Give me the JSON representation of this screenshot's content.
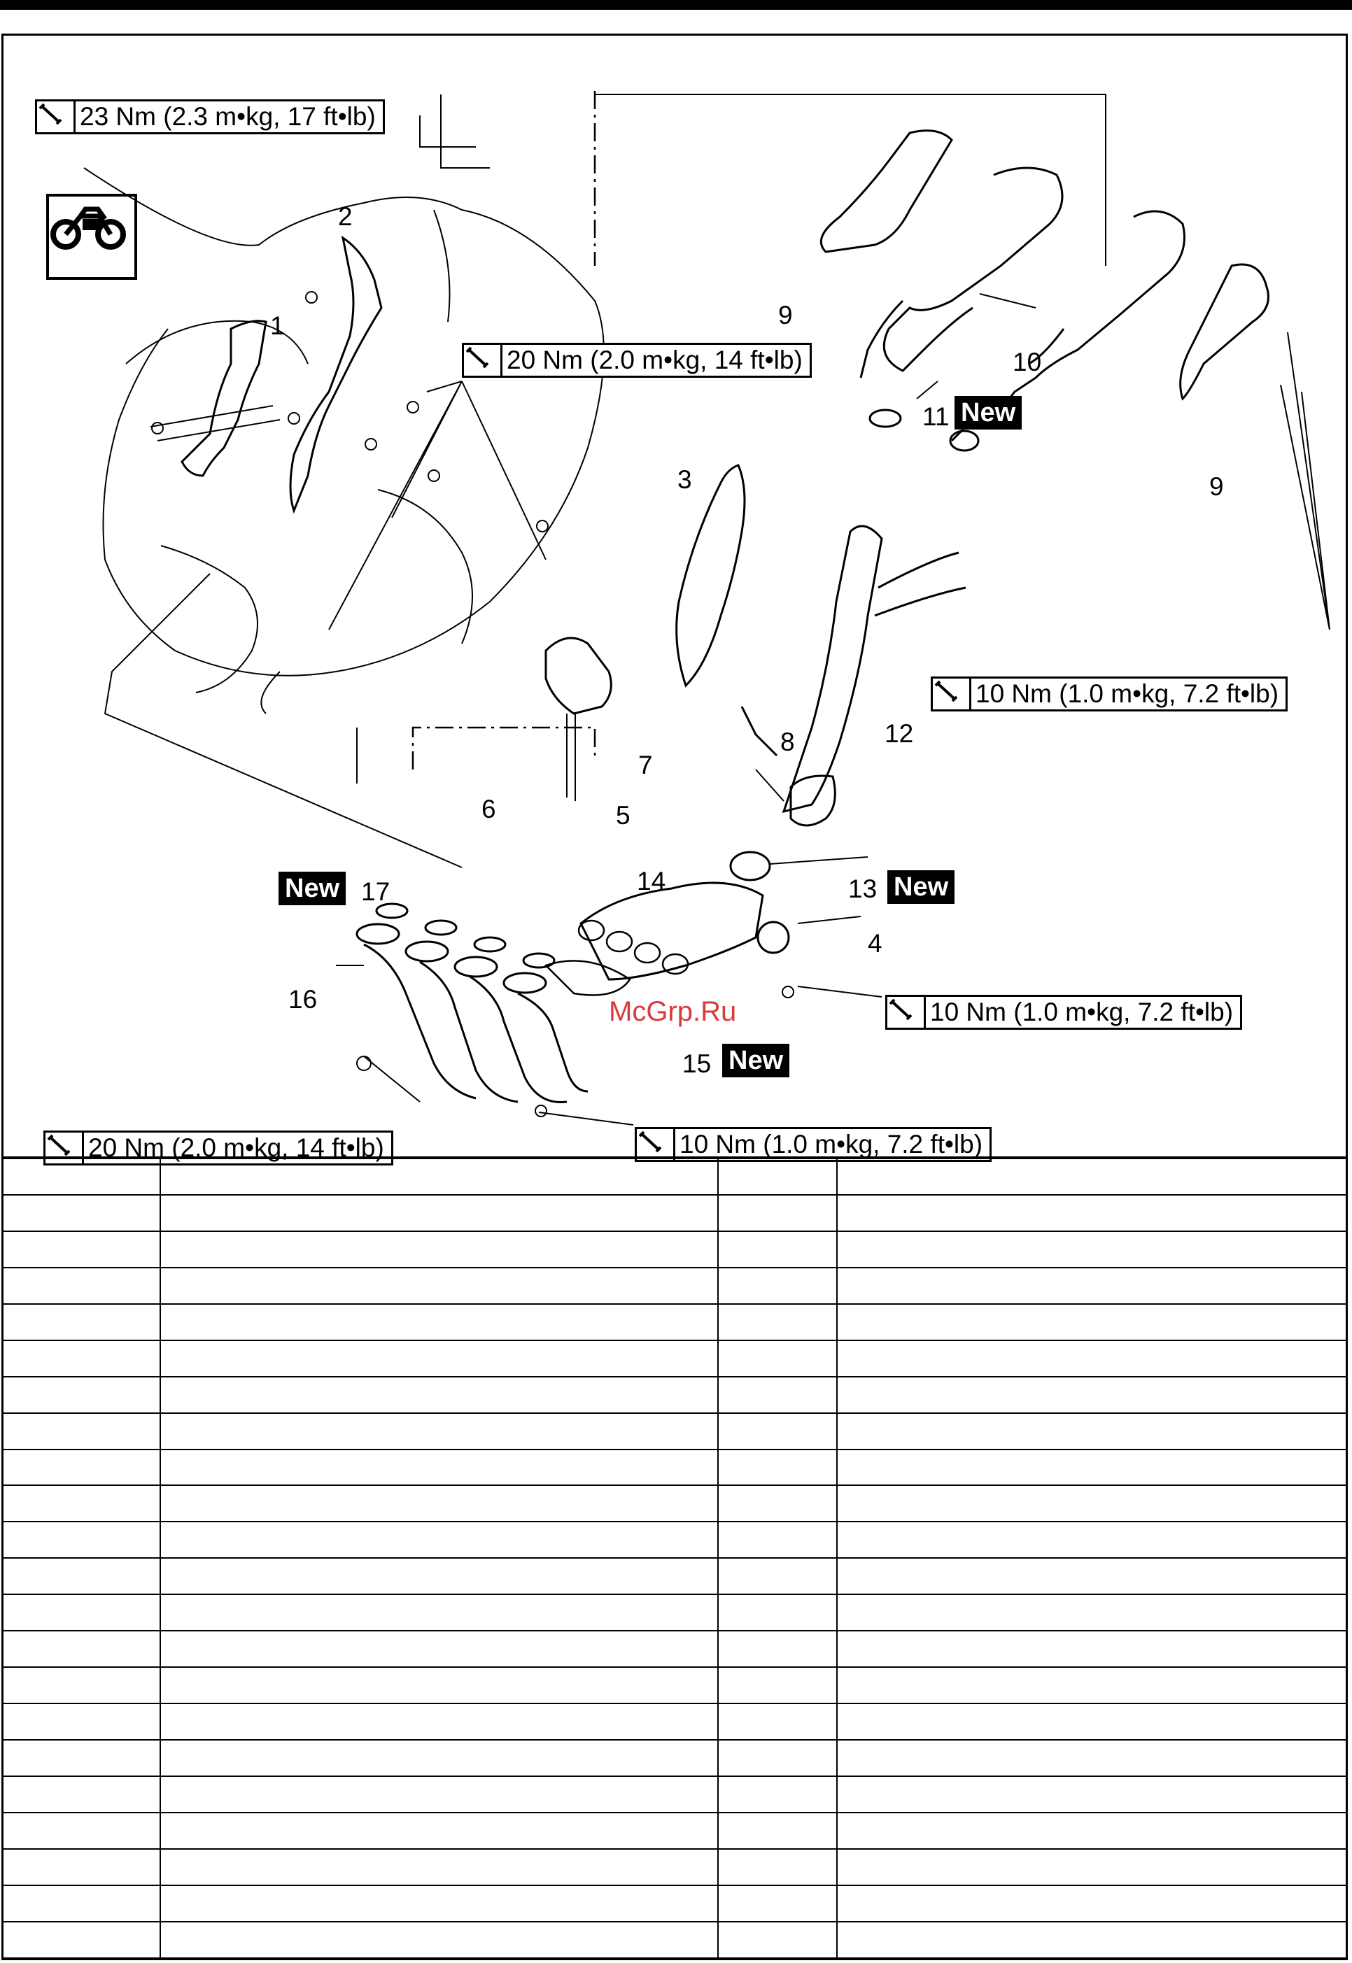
{
  "torque_specs": {
    "t1": "23 Nm (2.3 m•kg, 17 ft•lb)",
    "t2": "20 Nm (2.0 m•kg, 14 ft•lb)",
    "t3": "10 Nm (1.0 m•kg, 7.2 ft•lb)",
    "t4": "10 Nm (1.0 m•kg, 7.2 ft•lb)",
    "t5": "20 Nm (2.0 m•kg, 14 ft•lb)",
    "t6": "10 Nm (1.0 m•kg, 7.2 ft•lb)"
  },
  "callouts": {
    "n1": "1",
    "n2": "2",
    "n3": "3",
    "n4": "4",
    "n5": "5",
    "n6": "6",
    "n7": "7",
    "n8": "8",
    "n9a": "9",
    "n9b": "9",
    "n10": "10",
    "n11": "11",
    "n12": "12",
    "n13": "13",
    "n14": "14",
    "n15": "15",
    "n16": "16",
    "n17": "17"
  },
  "new_label": "New",
  "watermark": "McGrp.Ru",
  "icons": {
    "torque": "torque-wrench-icon",
    "model": "motorcycle-icon"
  },
  "table": {
    "rows": 22,
    "columns": 4
  }
}
